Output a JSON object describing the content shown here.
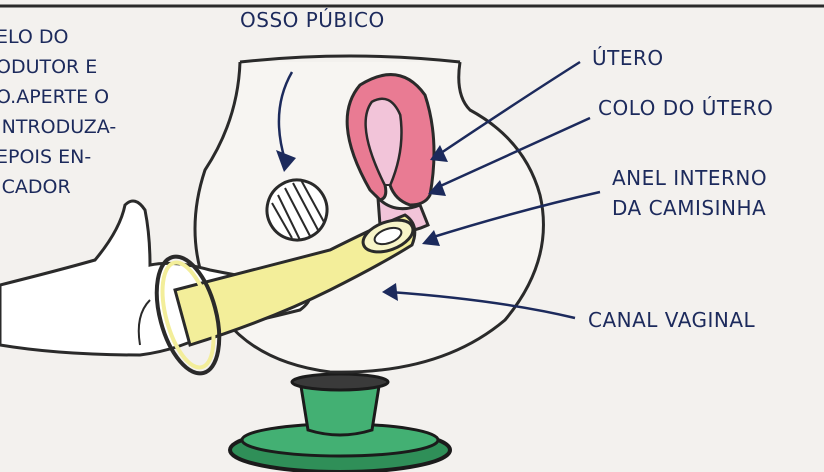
{
  "labels": {
    "osso_pubico": "OSSO PÚBICO",
    "utero": "ÚTERO",
    "colo_do_utero": "COLO DO ÚTERO",
    "anel_interno_1": "ANEL INTERNO",
    "anel_interno_2": "DA CAMISINHA",
    "canal_vaginal": "CANAL VAGINAL"
  },
  "instructions": [
    "ELO DO",
    "ODUTOR E",
    "O.APERTE O",
    "INTRODUZA-",
    "EPOIS EN-",
    "ICADOR"
  ],
  "colors": {
    "ink": "#1c2a5c",
    "outline": "#2a2a2a",
    "uterus": "#e97b93",
    "uterus_inner": "#f2c4d9",
    "condom": "#f3ee9a",
    "stand": "#3ea86a",
    "background": "#f3f1ee"
  }
}
